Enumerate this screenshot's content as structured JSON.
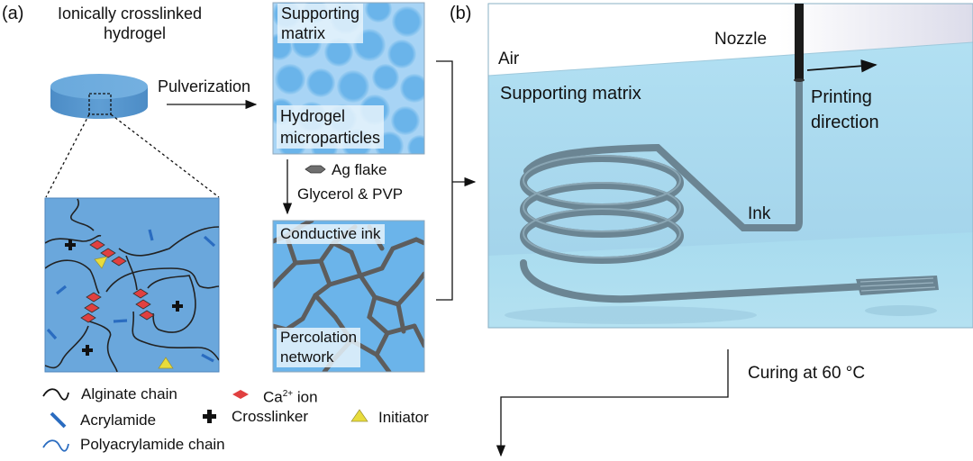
{
  "panel_a": {
    "label": "(a)",
    "title_line1": "Ionically crosslinked",
    "title_line2": "hydrogel",
    "pulverization": "Pulverization",
    "supporting_matrix_line1": "Supporting",
    "supporting_matrix_line2": "matrix",
    "microparticles_line1": "Hydrogel",
    "microparticles_line2": "microparticles",
    "ag_flake": "Ag flake",
    "additives": "Glycerol & PVP",
    "conductive_ink": "Conductive ink",
    "percolation_line1": "Percolation",
    "percolation_line2": "network"
  },
  "legend": {
    "alginate": "Alginate chain",
    "calcium_prefix": "Ca",
    "calcium_sup": "2+",
    "calcium_suffix": " ion",
    "acrylamide": "Acrylamide",
    "crosslinker": "Crosslinker",
    "initiator": "Initiator",
    "polyacrylamide": "Polyacrylamide chain"
  },
  "panel_b": {
    "label": "(b)",
    "air": "Air",
    "supporting_matrix": "Supporting matrix",
    "nozzle": "Nozzle",
    "printing_line1": "Printing",
    "printing_line2": "direction",
    "ink": "Ink",
    "curing": "Curing at 60 °C"
  },
  "colors": {
    "hydrogel_blue": "#6ea8db",
    "matrix_blue": "#6bb8ee",
    "ca_red": "#e04040",
    "initiator_yellow": "#e8dc3c",
    "acrylamide_blue": "#2a6cc0",
    "ag_gray": "#6f6f6f",
    "bath_blue": "#a9d9ee"
  }
}
